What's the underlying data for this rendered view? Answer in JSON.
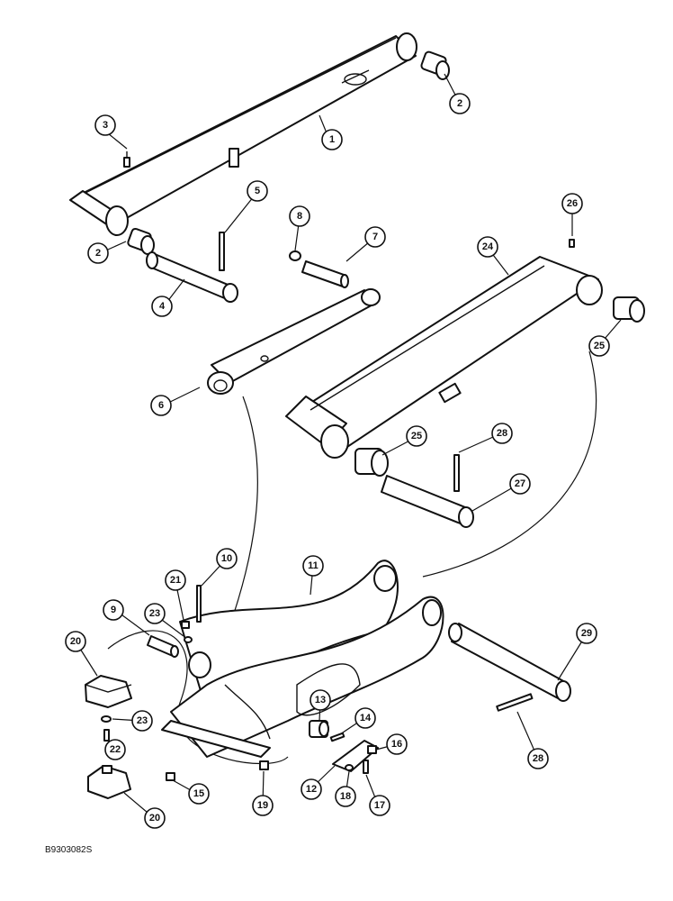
{
  "document_id": "B9303082S",
  "callouts": {
    "c1": "1",
    "c2a": "2",
    "c2b": "2",
    "c3": "3",
    "c4": "4",
    "c5": "5",
    "c6": "6",
    "c7": "7",
    "c8": "8",
    "c9": "9",
    "c10": "10",
    "c11": "11",
    "c12": "12",
    "c13": "13",
    "c14": "14",
    "c15": "15",
    "c16": "16",
    "c17": "17",
    "c18": "18",
    "c19": "19",
    "c20a": "20",
    "c20b": "20",
    "c21": "21",
    "c22": "22",
    "c23a": "23",
    "c23b": "23",
    "c24": "24",
    "c25a": "25",
    "c25b": "25",
    "c26": "26",
    "c27": "27",
    "c28a": "28",
    "c28b": "28",
    "c29": "29"
  }
}
